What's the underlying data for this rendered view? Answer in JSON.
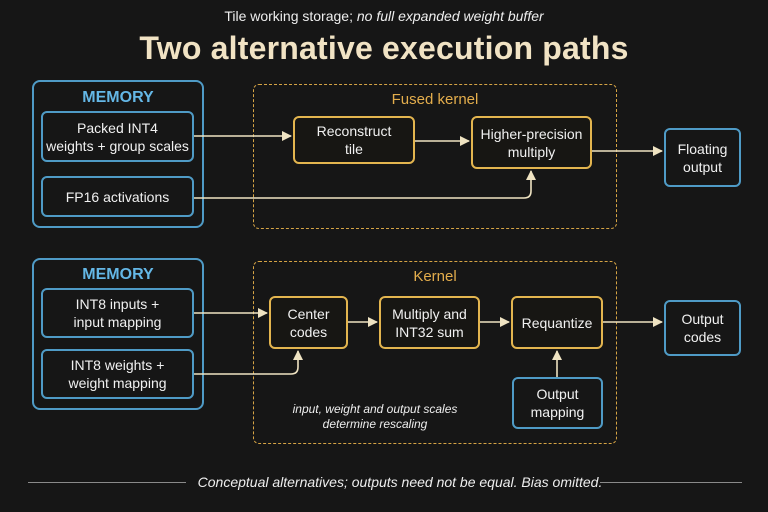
{
  "subtitle": {
    "lead": "Tile working storage; ",
    "emph": "no full expanded weight buffer"
  },
  "title": "Two alternative execution paths",
  "path1": {
    "memory_label": "MEMORY",
    "weights": [
      "Packed INT4",
      "weights + group scales"
    ],
    "activations": "FP16 activations",
    "kernel_label": "Fused kernel",
    "reconstruct": [
      "Reconstruct",
      "tile"
    ],
    "multiply": [
      "Higher-precision",
      "multiply"
    ],
    "output": [
      "Floating",
      "output"
    ]
  },
  "path2": {
    "memory_label": "MEMORY",
    "inputs": [
      "INT8 inputs +",
      "input mapping"
    ],
    "weights": [
      "INT8 weights +",
      "weight mapping"
    ],
    "kernel_label": "Kernel",
    "center": [
      "Center",
      "codes"
    ],
    "multiply_sum": [
      "Multiply and",
      "INT32 sum"
    ],
    "requantize": "Requantize",
    "output_mapping": [
      "Output",
      "mapping"
    ],
    "output": [
      "Output",
      "codes"
    ],
    "note": [
      "input, weight and output scales",
      "determine rescaling"
    ]
  },
  "footer": "Conceptual alternatives; outputs need not be equal. Bias omitted.",
  "colors": {
    "background": "#161616",
    "memory_blue": "#4f9bc6",
    "kernel_gold": "#e3b54f",
    "arrow": "#efe3c2"
  }
}
